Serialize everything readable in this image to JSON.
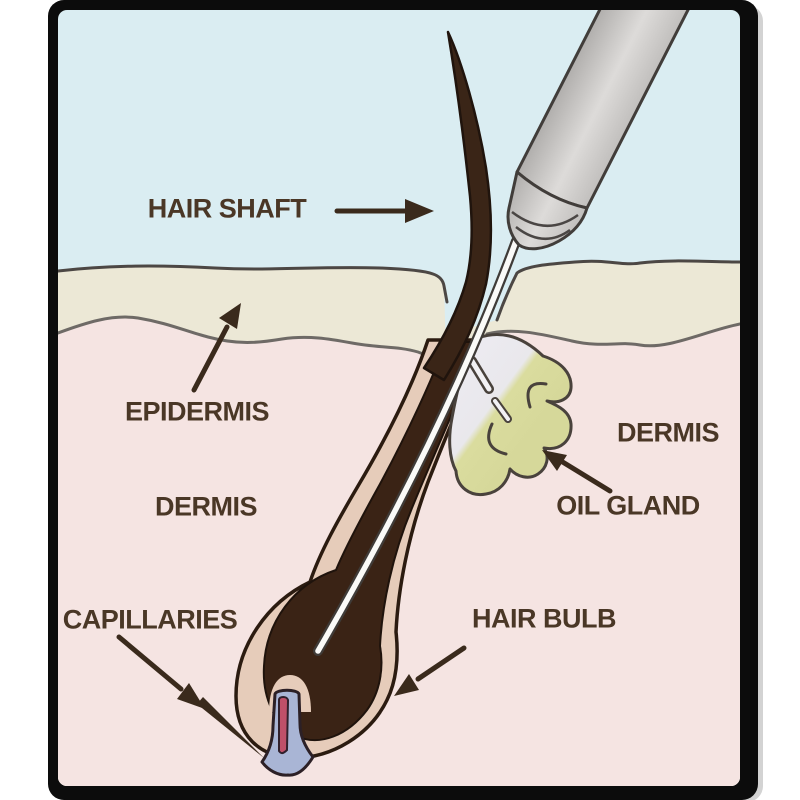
{
  "diagram": {
    "labels": {
      "hair_shaft": {
        "text": "HAIR SHAFT"
      },
      "epidermis": {
        "text": "EPIDERMIS"
      },
      "dermis_left": {
        "text": "DERMIS"
      },
      "capillaries": {
        "text": "CAPILLARIES"
      },
      "dermis_right": {
        "text": "DERMIS"
      },
      "oil_gland": {
        "text": "OIL GLAND"
      },
      "hair_bulb": {
        "text": "HAIR BULB"
      }
    },
    "colors": {
      "frame": "#0c0c0c",
      "sky": "#daedf2",
      "epidermis": "#ece8d6",
      "dermis": "#f5e4e2",
      "hair": "#3a2517",
      "follicle_sheath": "#e6ccba",
      "follicle_core": "#3a2315",
      "oil_gland": "#d8d99f",
      "gland_duct": "#ecebf0",
      "needle": "#fafaf8",
      "handle_gray": "#b3b1af",
      "papilla": "#a9b5d5",
      "capillary": "#bf5069",
      "label_text": "#4a3726",
      "arrow": "#3a2a1c",
      "surface_line": "#4c4744",
      "boundary_line": "#6e6a66"
    }
  }
}
